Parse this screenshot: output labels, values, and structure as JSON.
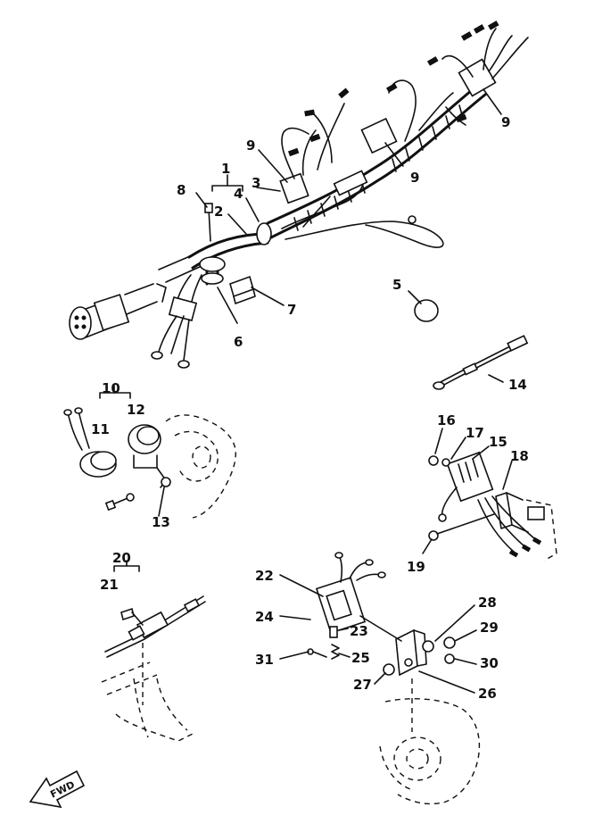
{
  "callouts": {
    "p1": "1",
    "p2": "2",
    "p3": "3",
    "p4": "4",
    "p5": "5",
    "p6": "6",
    "p7": "7",
    "p8": "8",
    "p9a": "9",
    "p9b": "9",
    "p9c": "9",
    "p10": "10",
    "p11": "11",
    "p12": "12",
    "p13": "13",
    "p14": "14",
    "p15": "15",
    "p16": "16",
    "p17": "17",
    "p18": "18",
    "p19": "19",
    "p20": "20",
    "p21": "21",
    "p22": "22",
    "p23": "23",
    "p24": "24",
    "p25": "25",
    "p26": "26",
    "p27": "27",
    "p28": "28",
    "p29": "29",
    "p30": "30",
    "p31": "31"
  },
  "direction_arrow": {
    "label": "FWD",
    "icon": "fwd-arrow-icon"
  }
}
